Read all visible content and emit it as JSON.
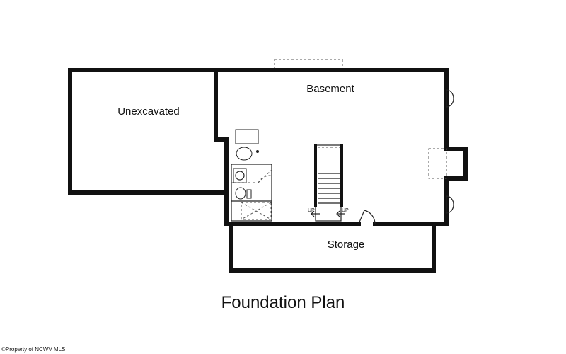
{
  "plan": {
    "title": "Foundation Plan",
    "credit": "©Property of NCWV MLS",
    "rooms": {
      "unexcavated": "Unexcavated",
      "basement": "Basement",
      "storage": "Storage"
    },
    "stair_labels": {
      "up_left": "UP",
      "up_right": "UP"
    }
  }
}
